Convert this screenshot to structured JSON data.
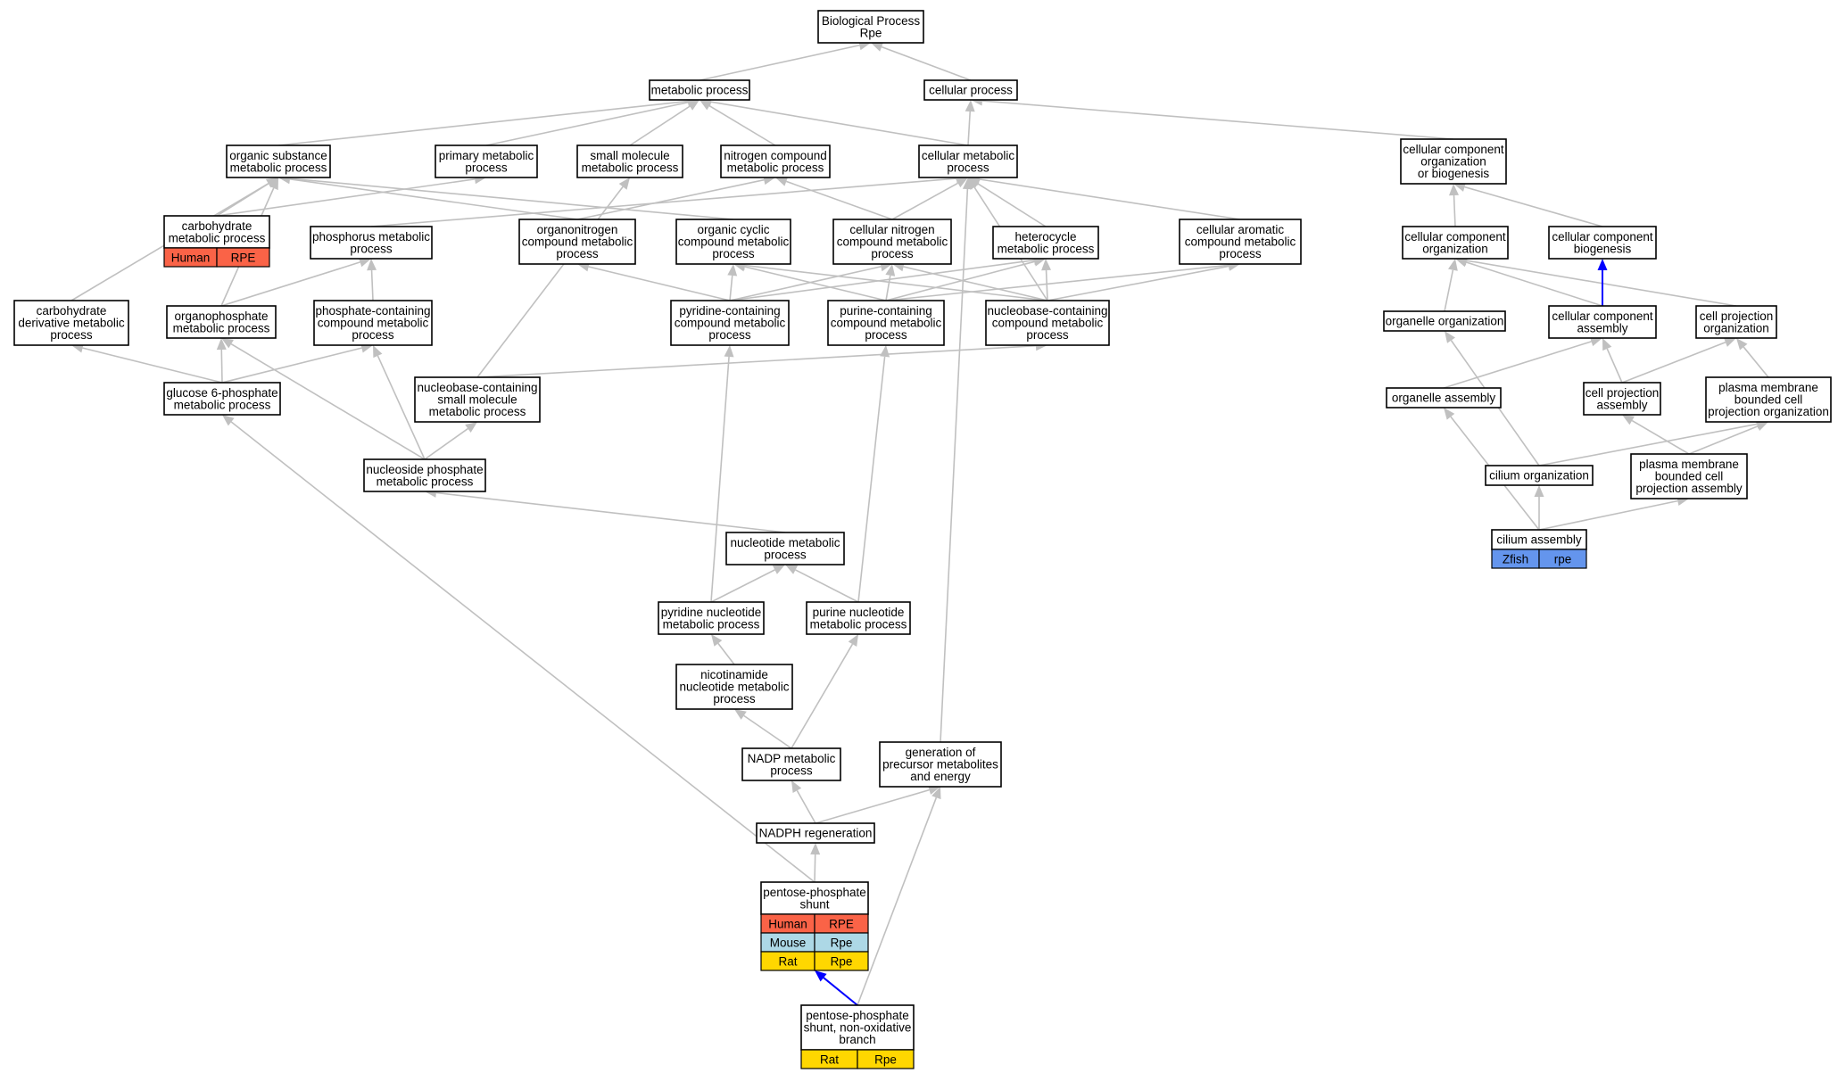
{
  "colors": {
    "human": "#fa6347",
    "mouse": "#add8e6",
    "rat": "#ffd700",
    "zfish": "#6495ed",
    "edge": "#c0c0c0",
    "highlight_edge": "#0000ff"
  },
  "nodes": {
    "root": {
      "lines": [
        "Biological Process",
        "Rpe"
      ]
    },
    "metabolic": {
      "lines": [
        "metabolic process"
      ]
    },
    "cellular": {
      "lines": [
        "cellular process"
      ]
    },
    "orgsub": {
      "lines": [
        "organic substance",
        "metabolic process"
      ]
    },
    "primary": {
      "lines": [
        "primary metabolic",
        "process"
      ]
    },
    "smallmol": {
      "lines": [
        "small molecule",
        "metabolic process"
      ]
    },
    "nitrogen": {
      "lines": [
        "nitrogen compound",
        "metabolic process"
      ]
    },
    "cellmet": {
      "lines": [
        "cellular metabolic",
        "process"
      ]
    },
    "ccorgbio": {
      "lines": [
        "cellular component",
        "organization",
        "or biogenesis"
      ]
    },
    "carb": {
      "lines": [
        "carbohydrate",
        "metabolic process"
      ],
      "tags": [
        {
          "label": "Human",
          "color": "human"
        },
        {
          "label": "RPE",
          "color": "human"
        }
      ]
    },
    "phosphorus": {
      "lines": [
        "phosphorus metabolic",
        "process"
      ]
    },
    "organonitrogen": {
      "lines": [
        "organonitrogen",
        "compound metabolic",
        "process"
      ]
    },
    "orgcyclic": {
      "lines": [
        "organic cyclic",
        "compound metabolic",
        "process"
      ]
    },
    "cellnitrogen": {
      "lines": [
        "cellular nitrogen",
        "compound metabolic",
        "process"
      ]
    },
    "heterocycle": {
      "lines": [
        "heterocycle",
        "metabolic process"
      ]
    },
    "cellaromatic": {
      "lines": [
        "cellular aromatic",
        "compound metabolic",
        "process"
      ]
    },
    "ccorg": {
      "lines": [
        "cellular component",
        "organization"
      ]
    },
    "ccbio": {
      "lines": [
        "cellular component",
        "biogenesis"
      ]
    },
    "carbderiv": {
      "lines": [
        "carbohydrate",
        "derivative metabolic",
        "process"
      ]
    },
    "organophosphate": {
      "lines": [
        "organophosphate",
        "metabolic process"
      ]
    },
    "phosphcont": {
      "lines": [
        "phosphate-containing",
        "compound metabolic",
        "process"
      ]
    },
    "pyridinecont": {
      "lines": [
        "pyridine-containing",
        "compound metabolic",
        "process"
      ]
    },
    "purinecont": {
      "lines": [
        "purine-containing",
        "compound metabolic",
        "process"
      ]
    },
    "nucbasecont": {
      "lines": [
        "nucleobase-containing",
        "compound metabolic",
        "process"
      ]
    },
    "organelleorg": {
      "lines": [
        "organelle organization"
      ]
    },
    "ccassembly": {
      "lines": [
        "cellular component",
        "assembly"
      ]
    },
    "cellprojorg": {
      "lines": [
        "cell projection",
        "organization"
      ]
    },
    "g6p": {
      "lines": [
        "glucose 6-phosphate",
        "metabolic process"
      ]
    },
    "nucsmall": {
      "lines": [
        "nucleobase-containing",
        "small molecule",
        "metabolic process"
      ]
    },
    "organelleassembly": {
      "lines": [
        "organelle assembly"
      ]
    },
    "cellprojassembly": {
      "lines": [
        "cell projection",
        "assembly"
      ]
    },
    "pmbcpo": {
      "lines": [
        "plasma membrane",
        "bounded cell",
        "projection organization"
      ]
    },
    "nucleoside": {
      "lines": [
        "nucleoside phosphate",
        "metabolic process"
      ]
    },
    "ciliumorg": {
      "lines": [
        "cilium organization"
      ]
    },
    "pmbcpa": {
      "lines": [
        "plasma membrane",
        "bounded cell",
        "projection assembly"
      ]
    },
    "nucleotide": {
      "lines": [
        "nucleotide metabolic",
        "process"
      ]
    },
    "ciliumassembly": {
      "lines": [
        "cilium assembly"
      ],
      "tags": [
        {
          "label": "Zfish",
          "color": "zfish"
        },
        {
          "label": "rpe",
          "color": "zfish"
        }
      ]
    },
    "pyrnuc": {
      "lines": [
        "pyridine nucleotide",
        "metabolic process"
      ]
    },
    "purnuc": {
      "lines": [
        "purine nucleotide",
        "metabolic process"
      ]
    },
    "nicotinamide": {
      "lines": [
        "nicotinamide",
        "nucleotide metabolic",
        "process"
      ]
    },
    "nadp": {
      "lines": [
        "NADP metabolic",
        "process"
      ]
    },
    "genprecursor": {
      "lines": [
        "generation of",
        "precursor metabolites",
        "and energy"
      ]
    },
    "nadph": {
      "lines": [
        "NADPH regeneration"
      ]
    },
    "pps": {
      "lines": [
        "pentose-phosphate",
        "shunt"
      ],
      "tags": [
        {
          "label": "Human",
          "color": "human"
        },
        {
          "label": "RPE",
          "color": "human"
        },
        {
          "label": "Mouse",
          "color": "mouse"
        },
        {
          "label": "Rpe",
          "color": "mouse"
        },
        {
          "label": "Rat",
          "color": "rat"
        },
        {
          "label": "Rpe",
          "color": "rat"
        }
      ]
    },
    "ppsnon": {
      "lines": [
        "pentose-phosphate",
        "shunt, non-oxidative",
        "branch"
      ],
      "tags": [
        {
          "label": "Rat",
          "color": "rat"
        },
        {
          "label": "Rpe",
          "color": "rat"
        }
      ]
    }
  }
}
